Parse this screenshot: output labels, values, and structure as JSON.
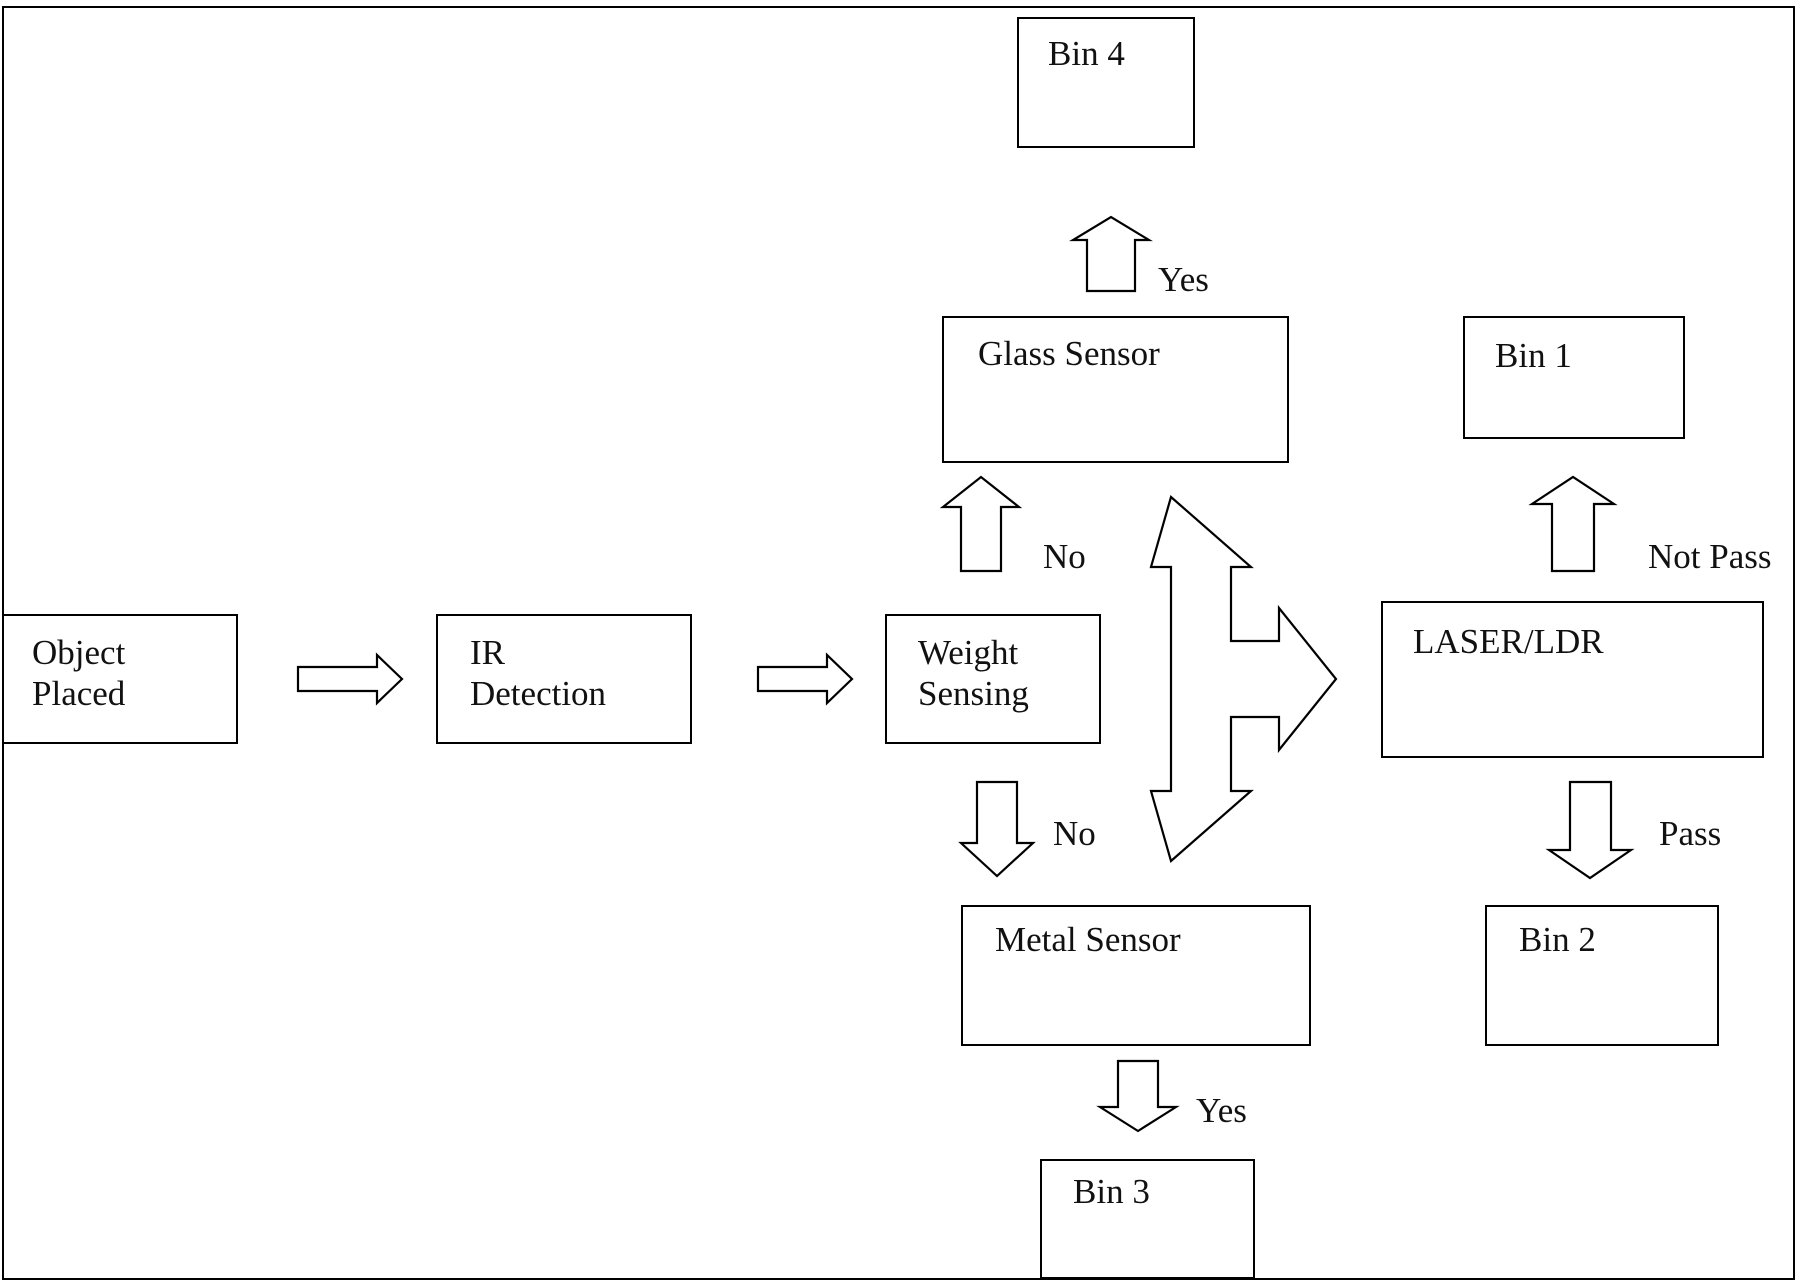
{
  "nodes": {
    "object_placed": "Object\nPlaced",
    "ir_detection": "IR\nDetection",
    "weight_sensing": "Weight\nSensing",
    "glass_sensor": "Glass Sensor",
    "metal_sensor": "Metal Sensor",
    "laser_ldr": "LASER/LDR",
    "bin1": "Bin 1",
    "bin2": "Bin 2",
    "bin3": "Bin 3",
    "bin4": "Bin 4"
  },
  "edges": {
    "weight_to_glass": "No",
    "weight_to_metal": "No",
    "glass_to_bin4": "Yes",
    "metal_to_bin3": "Yes",
    "laser_to_bin1": "Not Pass",
    "laser_to_bin2": "Pass"
  }
}
